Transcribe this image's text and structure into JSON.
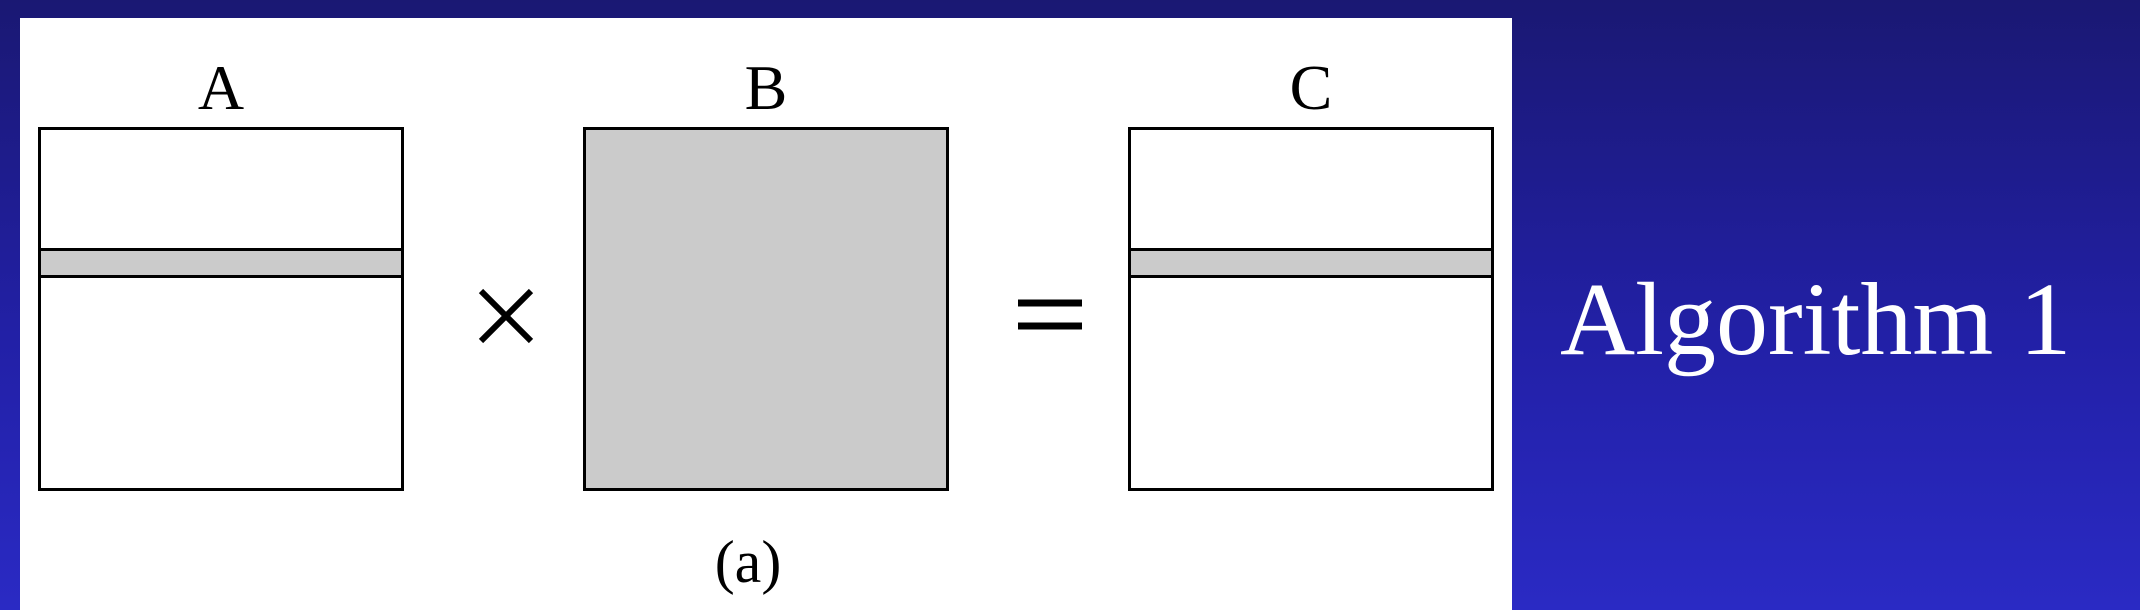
{
  "slide": {
    "title": "Algorithm 1"
  },
  "figure": {
    "caption": "(a)",
    "matrices": [
      {
        "label": "A",
        "shading": "row"
      },
      {
        "label": "B",
        "shading": "full"
      },
      {
        "label": "C",
        "shading": "row"
      }
    ],
    "operators": [
      "multiply-icon",
      "equals-icon"
    ],
    "colors": {
      "background_gradient_top": "#1a1873",
      "background_gradient_bottom": "#2a2ac4",
      "shade": "#cbcbcb",
      "stroke": "#000000",
      "title": "#ffffff"
    }
  }
}
